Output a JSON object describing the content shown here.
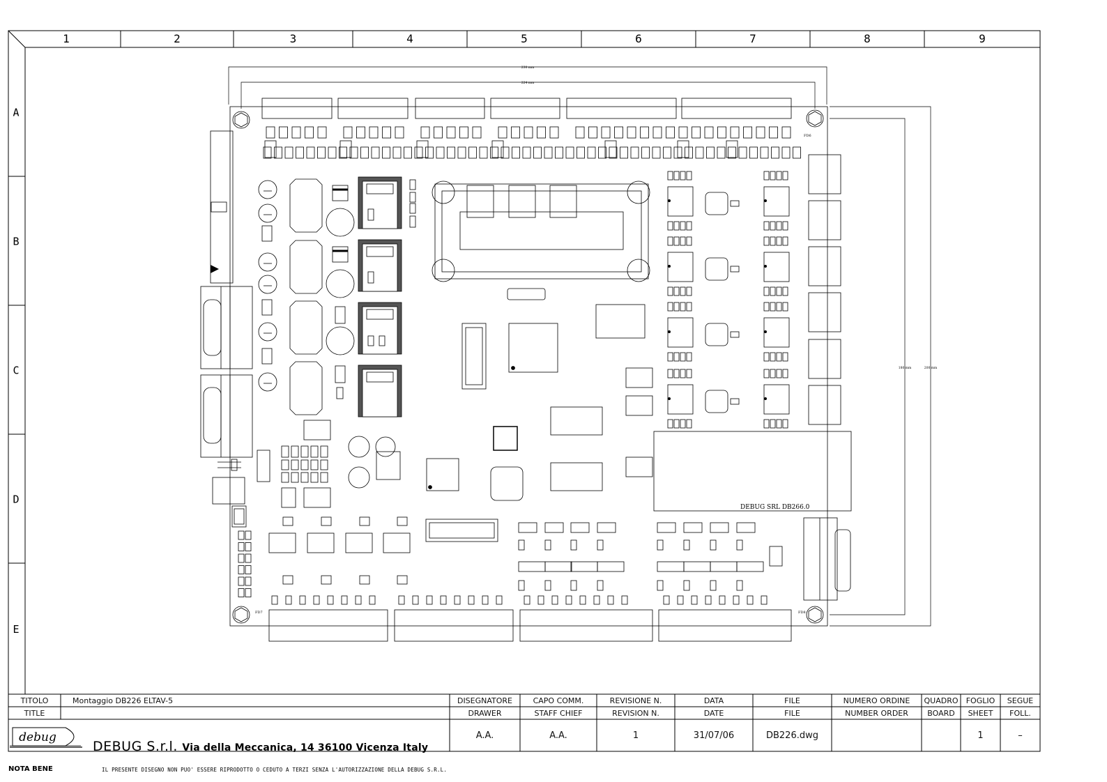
{
  "frame": {
    "column_labels": [
      "1",
      "2",
      "3",
      "4",
      "5",
      "6",
      "7",
      "8",
      "9"
    ],
    "row_labels": [
      "A",
      "B",
      "C",
      "D",
      "E"
    ]
  },
  "board": {
    "silkscreen": "DEBUG SRL DB266.0",
    "hole_labels": [
      "FD6",
      "FD7",
      "FD8"
    ],
    "dimensions": [
      "230 mm",
      "224 mm",
      "180 mm",
      "200 mm"
    ]
  },
  "title_block": {
    "titolo_label": "TITOLO",
    "title_label": "TITLE",
    "title_value": "Montaggio DB226 ELTAV-5",
    "columns": [
      {
        "it": "DISEGNATORE",
        "en": "DRAWER",
        "value": "A.A."
      },
      {
        "it": "CAPO COMM.",
        "en": "STAFF CHIEF",
        "value": "A.A."
      },
      {
        "it": "REVISIONE N.",
        "en": "REVISION N.",
        "value": "1"
      },
      {
        "it": "DATA",
        "en": "DATE",
        "value": "31/07/06"
      },
      {
        "it": "FILE",
        "en": "FILE",
        "value": "DB226.dwg"
      },
      {
        "it": "NUMERO ORDINE",
        "en": "NUMBER ORDER",
        "value": ""
      },
      {
        "it": "QUADRO",
        "en": "BOARD",
        "value": ""
      },
      {
        "it": "FOGLIO",
        "en": "SHEET",
        "value": "1"
      },
      {
        "it": "SEGUE",
        "en": "FOLL.",
        "value": "–"
      }
    ],
    "logo_text": "debug",
    "company_name": "DEBUG S.r.l.",
    "company_address": "Via della Meccanica, 14 36100 Vicenza Italy"
  },
  "footer": {
    "nota_label": "NOTA BENE",
    "disclaimer": "IL PRESENTE DISEGNO NON PUO' ESSERE RIPRODOTTO O CEDUTO A TERZI SENZA L'AUTORIZZAZIONE DELLA DEBUG S.R.L."
  }
}
